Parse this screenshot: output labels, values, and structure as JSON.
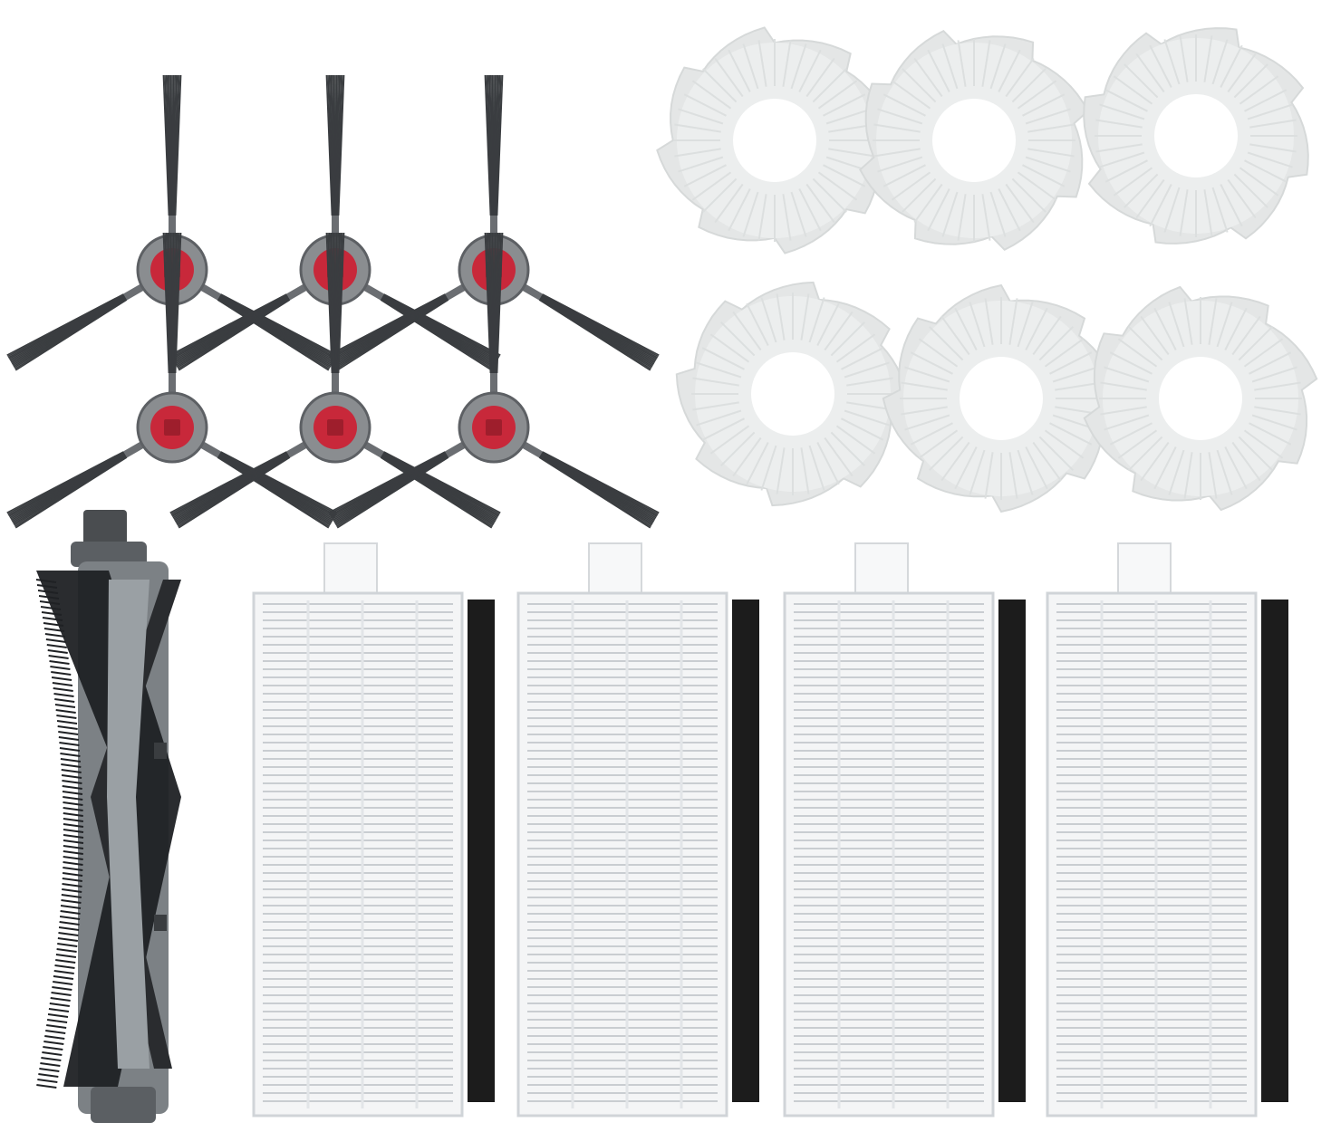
{
  "colors": {
    "background": "#ffffff",
    "bristle": "#3a3d40",
    "arm": "#6b6e72",
    "hub": "#8a8d90",
    "hub_center": "#c8283a",
    "mop_cloth": "#eceeee",
    "mop_hole": "#ffffff",
    "filter_frame": "#f4f5f6",
    "filter_pleat": "#c9cdd1",
    "filter_sponge": "#1c1c1c",
    "roller_core": "#7c8185",
    "roller_bristle": "#1f2124"
  },
  "items": {
    "side_brushes": {
      "count": 6,
      "icon": "side-brush-icon"
    },
    "mop_pads": {
      "count": 6,
      "icon": "mop-pad-icon"
    },
    "hepa_filters": {
      "count": 4,
      "icon": "hepa-filter-icon"
    },
    "main_roller_brush": {
      "count": 1,
      "icon": "roller-brush-icon"
    }
  }
}
